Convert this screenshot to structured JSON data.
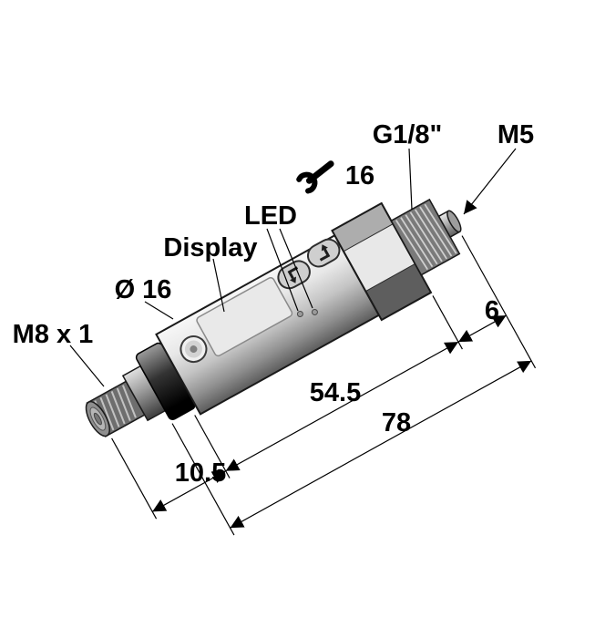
{
  "diagram": {
    "background": "#ffffff",
    "ink": "#000000",
    "labels": {
      "port_thread": "G1/8\"",
      "tip_thread": "M5",
      "wrench_size": "16",
      "led": "LED",
      "display": "Display",
      "body_diameter": "Ø 16",
      "connector_thread": "M8 x 1",
      "dim_thread_length": "6",
      "dim_body_length": "54.5",
      "dim_overall_length": "78",
      "dim_connector_length": "10.5"
    }
  }
}
